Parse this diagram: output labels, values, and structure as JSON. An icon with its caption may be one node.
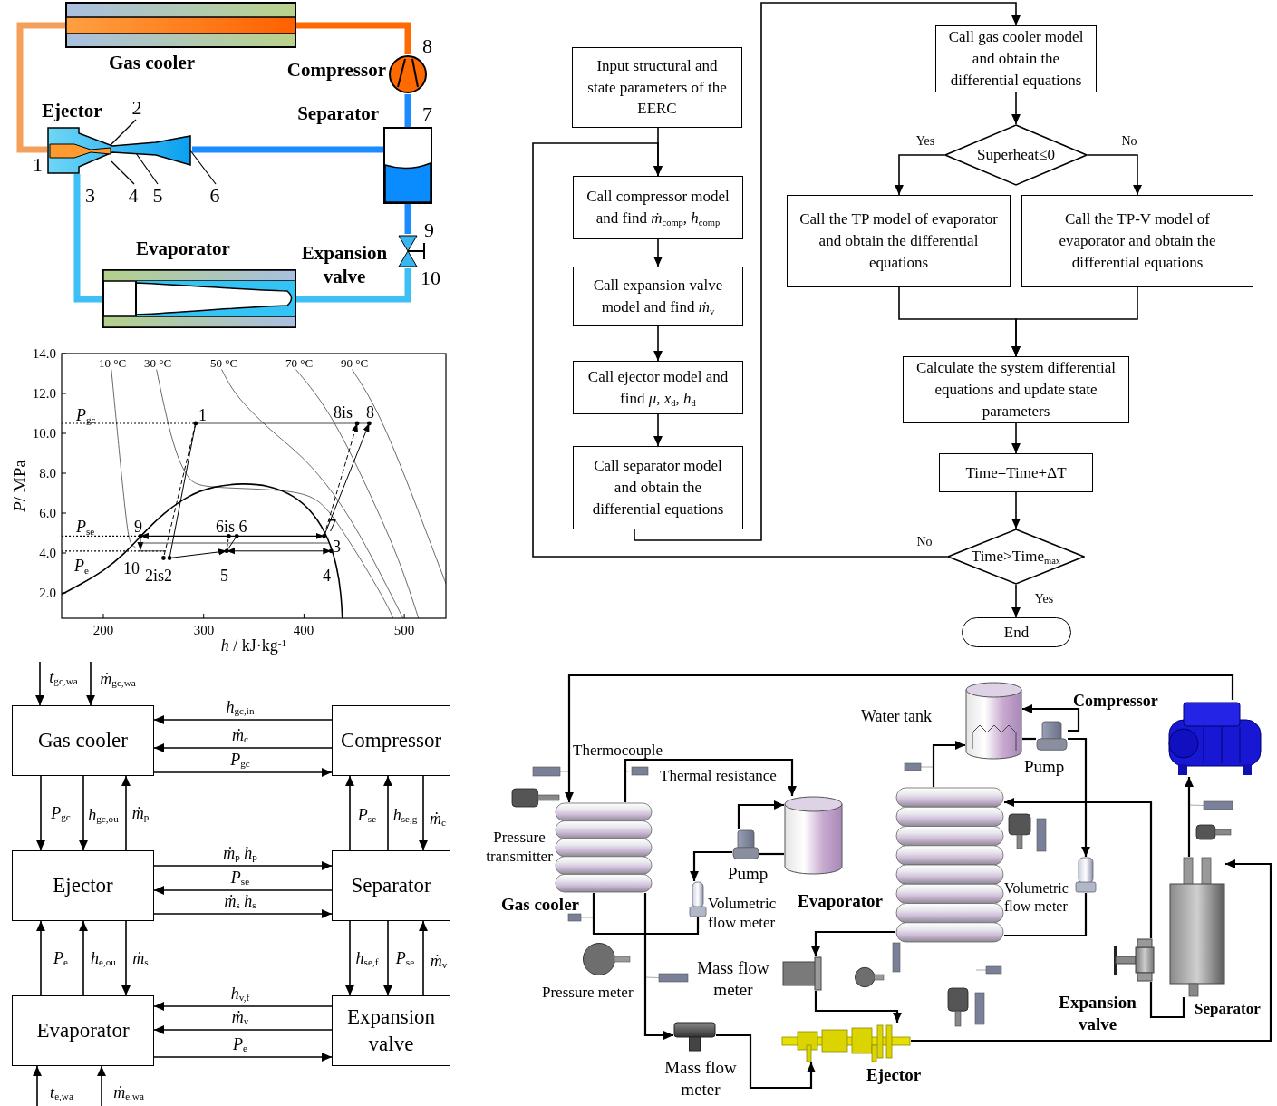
{
  "diagram": {
    "nodes": [
      {
        "text": [
          "Gas cooler"
        ]
      },
      {
        "text": [
          "Compressor"
        ]
      },
      {
        "text": [
          "Ejector"
        ]
      },
      {
        "text": [
          "2"
        ]
      },
      {
        "text": [
          "Separator"
        ]
      },
      {
        "text": [
          "4"
        ]
      },
      {
        "text": [
          "5"
        ]
      },
      {
        "text": [
          "6"
        ]
      },
      {
        "text": [
          "Evaporator"
        ]
      },
      {
        "text": [
          "Expansion valve"
        ]
      },
      {
        "text": [
          "Input structural and state parameters of the EERC"
        ]
      },
      {
        "text": [
          "Call compressor model and find *ṁ*$_{comp}$, *h*$_{comp}$"
        ]
      },
      {
        "text": [
          "Call expansion valve model and find *ṁ*$_{v}$"
        ]
      },
      {
        "text": [
          "Call ejector model and find *μ*, *x*$_{d}$, *h*$_{d}$"
        ]
      },
      {
        "text": [
          "Call separator model and obtain the differential equations"
        ]
      },
      {
        "text": [
          "Call gas cooler model and obtain the differential equations"
        ]
      },
      {
        "text": [
          "Superheat≤0"
        ]
      },
      {
        "text": [
          "Call the TP model of evaporator and obtain the differential equations"
        ]
      },
      {
        "text": [
          "Call the TP-V model of evaporator and obtain the differential equations"
        ]
      },
      {
        "text": [
          "Calculate the system differential equations and update state parameters"
        ]
      },
      {
        "text": [
          "Time=Time+ΔT"
        ]
      },
      {
        "text": [
          "Time>Time$_{max}$"
        ]
      },
      {
        "text": [
          "End"
        ]
      },
      {
        "text": [
          "Gas cooler"
        ]
      },
      {
        "text": [
          "Compressor"
        ]
      },
      {
        "text": [
          "Ejector"
        ]
      },
      {
        "text": [
          "Separator"
        ]
      },
      {
        "text": [
          "Evaporator"
        ]
      },
      {
        "text": [
          "Expansion valve"
        ]
      },
      {
        "text": [
          "Water tank"
        ]
      },
      {
        "text": [
          "Compressor"
        ]
      },
      {
        "text": [
          "Pump"
        ]
      },
      {
        "text": [],
        "shape": "cylinder"
      },
      {
        "text": [
          "Pump"
        ]
      },
      {
        "text": [
          "Gas cooler"
        ]
      },
      {
        "text": [
          "Evaporator"
        ]
      },
      {
        "text": [
          "Volumetric flow meter"
        ]
      },
      {
        "text": [
          "Volumetric flow meter"
        ]
      },
      {
        "text": [
          "Mass flow meter"
        ]
      },
      {
        "text": [
          "Expansion valve"
        ]
      },
      {
        "text": [
          "Separator"
        ]
      },
      {
        "text": [
          "Ejector"
        ]
      },
      {
        "text": [
          "Mass flow meter"
        ]
      }
    ],
    "edges": [
      {
        "from": 0,
        "to": 2,
        "arrow": "none",
        "style": "thick",
        "color": "#f5a05a"
      },
      {
        "from": 1,
        "to": 0,
        "arrow": "none",
        "style": "thick",
        "color": "#ff6a00"
      },
      {
        "from": 4,
        "to": 1,
        "arrow": "none",
        "style": "thick",
        "color": "#1a8cff"
      },
      {
        "from": 2,
        "to": 4,
        "arrow": "none",
        "style": "thick",
        "color": "#1a8cff"
      },
      {
        "from": 4,
        "to": 9,
        "arrow": "none",
        "style": "thick",
        "color": "#1a8cff"
      },
      {
        "from": 9,
        "to": 8,
        "arrow": "none",
        "style": "thick",
        "color": "#3cc0f5"
      },
      {
        "from": 8,
        "to": 2,
        "arrow": "none",
        "style": "thick",
        "color": "#3cc0f5"
      },
      {
        "from": 3,
        "to": 2,
        "arrow": "none"
      },
      {
        "from": 5,
        "to": 2,
        "arrow": "none"
      },
      {
        "from": 6,
        "to": 2,
        "arrow": "none"
      },
      {
        "from": 7,
        "to": 2,
        "arrow": "none"
      },
      {
        "from": 10,
        "to": 11,
        "arrow": "to"
      },
      {
        "from": 11,
        "to": 12,
        "arrow": "to"
      },
      {
        "from": 12,
        "to": 13,
        "arrow": "to"
      },
      {
        "from": 13,
        "to": 14,
        "arrow": "to"
      },
      {
        "from": 14,
        "to": 15,
        "arrow": "to"
      },
      {
        "from": 15,
        "to": 16,
        "arrow": "to"
      },
      {
        "from": 16,
        "to": 17,
        "arrow": "to",
        "label": "Yes"
      },
      {
        "from": 16,
        "to": 18,
        "arrow": "to",
        "label": "No"
      },
      {
        "from": 17,
        "to": 19,
        "arrow": "to"
      },
      {
        "from": 18,
        "to": 19,
        "arrow": "to"
      },
      {
        "from": 19,
        "to": 20,
        "arrow": "to"
      },
      {
        "from": 20,
        "to": 21,
        "arrow": "to"
      },
      {
        "from": 21,
        "to": 22,
        "arrow": "to",
        "label": "Yes"
      },
      {
        "from": 21,
        "to": 11,
        "arrow": "to",
        "label": "No"
      },
      {
        "from": null,
        "to": 23,
        "arrow": "to",
        "label": "*t*$_{gc,wa}$"
      },
      {
        "from": null,
        "to": 23,
        "arrow": "to",
        "label": "*ṁ*$_{gc,wa}$"
      },
      {
        "from": 24,
        "to": 23,
        "arrow": "to",
        "label": "*h*$_{gc,in}$"
      },
      {
        "from": 24,
        "to": 23,
        "arrow": "to",
        "label": "*ṁ*$_{c}$"
      },
      {
        "from": 23,
        "to": 24,
        "arrow": "to",
        "label": "*P*$_{gc}$"
      },
      {
        "from": 23,
        "to": 25,
        "arrow": "to",
        "label": "*P*$_{gc}$"
      },
      {
        "from": 23,
        "to": 25,
        "arrow": "to",
        "label": "*h*$_{gc,ou}$"
      },
      {
        "from": 25,
        "to": 23,
        "arrow": "to",
        "label": "*ṁ*$_{p}$"
      },
      {
        "from": 26,
        "to": 24,
        "arrow": "to",
        "label": "*P*$_{se}$"
      },
      {
        "from": 26,
        "to": 24,
        "arrow": "to",
        "label": "*h*$_{se,g}$"
      },
      {
        "from": 24,
        "to": 26,
        "arrow": "to",
        "label": "*ṁ*$_{c}$"
      },
      {
        "from": 25,
        "to": 26,
        "arrow": "to",
        "label": "*ṁ*$_{p}$ *h*$_{p}$"
      },
      {
        "from": 26,
        "to": 25,
        "arrow": "to",
        "label": "*P*$_{se}$"
      },
      {
        "from": 25,
        "to": 26,
        "arrow": "to",
        "label": "*ṁ*$_{s}$ *h*$_{s}$"
      },
      {
        "from": 27,
        "to": 25,
        "arrow": "to",
        "label": "*P*$_{e}$"
      },
      {
        "from": 27,
        "to": 25,
        "arrow": "to",
        "label": "*h*$_{e,ou}$"
      },
      {
        "from": 25,
        "to": 27,
        "arrow": "to",
        "label": "*ṁ*$_{s}$"
      },
      {
        "from": 26,
        "to": 28,
        "arrow": "to",
        "label": "*h*$_{se,f}$"
      },
      {
        "from": 26,
        "to": 28,
        "arrow": "to",
        "label": "*P*$_{se}$"
      },
      {
        "from": 28,
        "to": 26,
        "arrow": "to",
        "label": "*ṁ*$_{v}$"
      },
      {
        "from": 28,
        "to": 27,
        "arrow": "to",
        "label": "*h*$_{v,f}$"
      },
      {
        "from": 28,
        "to": 27,
        "arrow": "to",
        "label": "*ṁ*$_{v}$"
      },
      {
        "from": 27,
        "to": 28,
        "arrow": "to",
        "label": "*P*$_{e}$"
      },
      {
        "from": null,
        "to": 27,
        "arrow": "to",
        "label": "*t*$_{e,wa}$"
      },
      {
        "from": null,
        "to": 27,
        "arrow": "to",
        "label": "*ṁ*$_{e,wa}$"
      },
      {
        "from": 30,
        "to": 34,
        "arrow": "to"
      },
      {
        "from": 34,
        "to": 42,
        "arrow": "to"
      },
      {
        "from": 42,
        "to": 41,
        "arrow": "to"
      },
      {
        "from": 41,
        "to": 40,
        "arrow": "to"
      },
      {
        "from": 40,
        "to": 30,
        "arrow": "to"
      },
      {
        "from": 40,
        "to": 39,
        "arrow": "none"
      },
      {
        "from": 39,
        "to": 35,
        "arrow": "to"
      },
      {
        "from": 35,
        "to": 38,
        "arrow": "to"
      },
      {
        "from": 38,
        "to": 41,
        "arrow": "to"
      },
      {
        "from": 34,
        "to": 32,
        "arrow": "to"
      },
      {
        "from": 32,
        "to": 33,
        "arrow": "none"
      },
      {
        "from": 33,
        "to": 36,
        "arrow": "to"
      },
      {
        "from": 33,
        "to": 32,
        "arrow": "to"
      },
      {
        "from": 36,
        "to": 34,
        "arrow": "none"
      },
      {
        "from": 35,
        "to": 29,
        "arrow": "to"
      },
      {
        "from": 29,
        "to": 31,
        "arrow": "none"
      },
      {
        "from": 31,
        "to": 29,
        "arrow": "to"
      },
      {
        "from": 31,
        "to": 37,
        "arrow": "to"
      },
      {
        "from": 37,
        "to": 35,
        "arrow": "none"
      }
    ],
    "labels": [
      "1",
      "3",
      "7",
      "8",
      "9",
      "10",
      "14.0",
      "12.0",
      "10.0",
      "8.0",
      "6.0",
      "4.0",
      "2.0",
      "10 °C",
      "30 °C",
      "50 °C",
      "70 °C",
      "90 °C",
      "*P*$_{gc}$",
      "1",
      "8is",
      "8",
      "*P*$_{se}$",
      "9",
      "6is 6",
      "7",
      "3",
      "*P*$_{e}$",
      "10",
      "2is2",
      "5",
      "4",
      "200",
      "300",
      "400",
      "500",
      "*P*/ MPa",
      "*h* / kJ·kg$^{-1}$",
      "Thermocouple",
      "Thermal resistance",
      "Pressure transmitter",
      "Pressure meter"
    ]
  }
}
